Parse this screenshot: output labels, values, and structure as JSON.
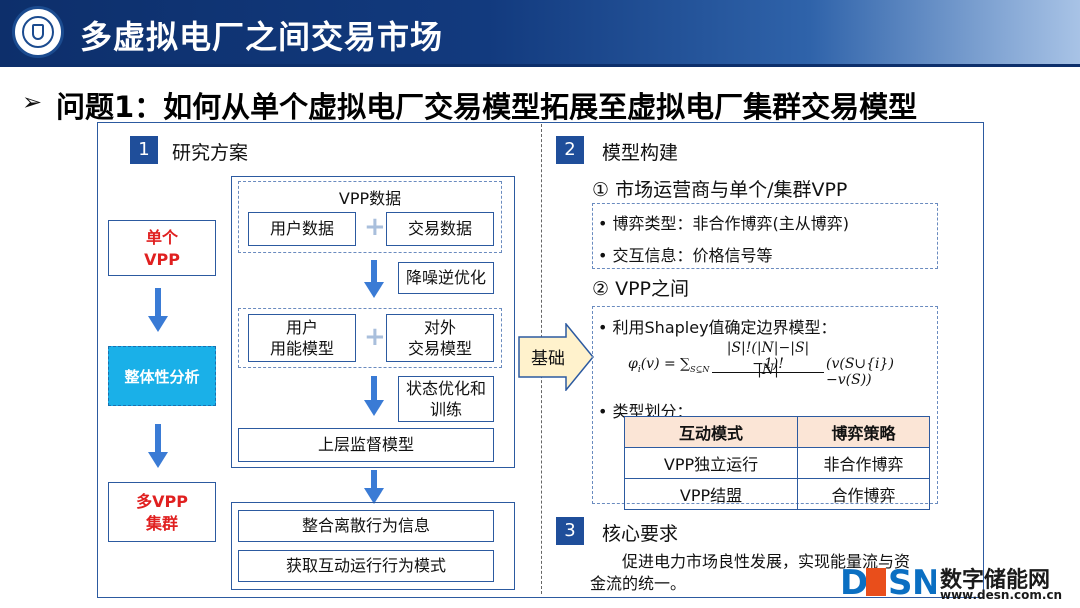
{
  "header": {
    "title": "多虚拟电厂之间交易市场"
  },
  "question": {
    "bullet": "➢",
    "text": "问题1：如何从单个虚拟电厂交易模型拓展至虚拟电厂集群交易模型"
  },
  "left": {
    "num": "1",
    "title": "研究方案",
    "stages": {
      "single": "单个\nVPP",
      "analysis": "整体性分析",
      "cluster": "多VPP\n集群"
    },
    "vpp_data": {
      "title": "VPP数据",
      "user_data": "用户数据",
      "trade_data": "交易数据"
    },
    "denoise": "降噪逆优化",
    "model_row": {
      "user_model": "用户\n用能模型",
      "ext_model": "对外\n交易模型"
    },
    "state_opt": "状态优化和\n训练",
    "upper": "上层监督模型",
    "integrate": "整合离散行为信息",
    "acquire": "获取互动运行行为模式",
    "plus": "+"
  },
  "basis": "基础",
  "right": {
    "num2": "2",
    "title2": "模型构建",
    "sub1": "① 市场运营商与单个/集群VPP",
    "game_type": "• 博弈类型：非合作博弈(主从博弈)",
    "interact": "• 交互信息：价格信号等",
    "sub2": "② VPP之间",
    "shapley": "• 利用Shapley值确定边界模型：",
    "classify": "• 类型划分：",
    "table": {
      "headers": [
        "互动模式",
        "博弈策略"
      ],
      "rows": [
        [
          "VPP独立运行",
          "非合作博弈"
        ],
        [
          "VPP结盟",
          "合作博弈"
        ]
      ]
    },
    "num3": "3",
    "title3": "核心要求",
    "core_text1": "促进电力市场良性发展，实现能量流与资",
    "core_text2": "金流的统一。"
  },
  "watermark": {
    "logo": "DESN",
    "name": "数字储能网",
    "url": "www.desn.com.cn"
  },
  "colors": {
    "navy": "#1f4e9a",
    "red": "#e02020",
    "arrow": "#3a7bd5",
    "teal": "#1ab0e8"
  }
}
